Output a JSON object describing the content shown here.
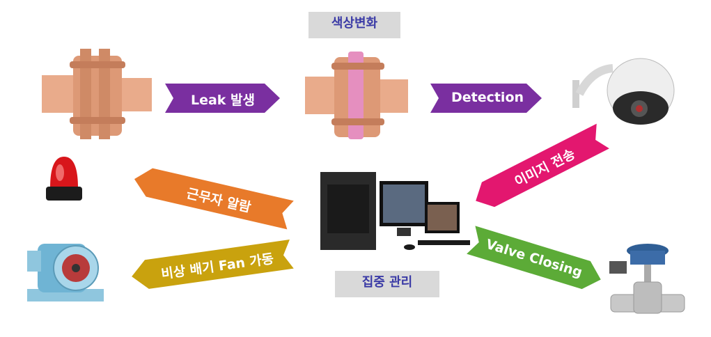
{
  "labels": {
    "color_change": "색상변화",
    "central_mgmt": "집중 관리"
  },
  "arrows": {
    "leak": "Leak 발생",
    "detection": "Detection",
    "image_send": "이미지 전송",
    "worker_alarm": "근무자 알람",
    "fan": "비상 배기 Fan 가동",
    "valve": "Valve Closing"
  },
  "colors": {
    "purple": "#7a2fa0",
    "magenta": "#e3176f",
    "orange": "#e87a2a",
    "gold": "#c9a20e",
    "green": "#5cab37",
    "label_bg": "#d9d9d9"
  },
  "icons": [
    "pipe-flange-icon",
    "pipe-flange-pink-icon",
    "dome-camera-icon",
    "warning-beacon-icon",
    "industrial-fan-icon",
    "workstation-computer-icon",
    "control-valve-icon"
  ]
}
